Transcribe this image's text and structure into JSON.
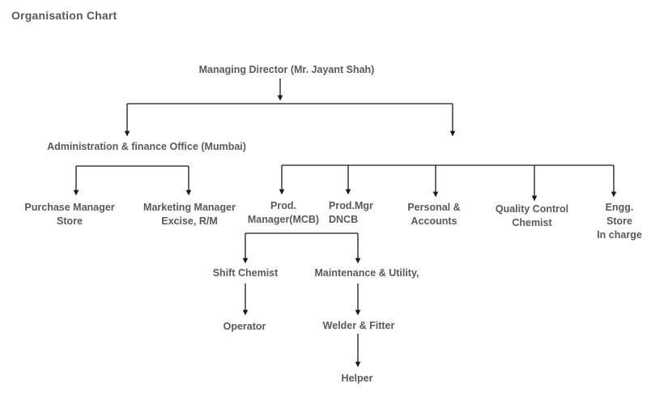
{
  "title": "Organisation Chart",
  "colors": {
    "text": "#595959",
    "edge": "#1a1a1a",
    "background": "#ffffff"
  },
  "nodes": {
    "managing_director": "Managing Director (Mr. Jayant Shah)",
    "administration": "Administration & finance Office (Mumbai)",
    "purchase_manager": "Purchase Manager\nStore",
    "marketing_manager": "Marketing Manager\nExcise, R/M",
    "prod_manager_mcb": "Prod.\nManager(MCB)",
    "prod_mgr_dncb": "Prod.Mgr\nDNCB",
    "personal_accounts": "Personal &\nAccounts",
    "quality_control": "Quality Control\nChemist",
    "engg_store": "Engg. Store\nIn charge",
    "shift_chemist": "Shift Chemist",
    "maintenance_utility": "Maintenance & Utility,",
    "operator": "Operator",
    "welder_fitter": "Welder & Fitter",
    "helper": "Helper"
  },
  "hierarchy": {
    "root": "managing_director",
    "edges": [
      {
        "from": "managing_director",
        "to": "administration"
      },
      {
        "from": "managing_director",
        "to": "production-branch"
      },
      {
        "from": "administration",
        "to": "purchase_manager"
      },
      {
        "from": "administration",
        "to": "marketing_manager"
      },
      {
        "from": "production-branch",
        "to": "prod_manager_mcb"
      },
      {
        "from": "production-branch",
        "to": "prod_mgr_dncb"
      },
      {
        "from": "production-branch",
        "to": "personal_accounts"
      },
      {
        "from": "production-branch",
        "to": "quality_control"
      },
      {
        "from": "production-branch",
        "to": "engg_store"
      },
      {
        "from": "prod_manager_mcb",
        "to": "shift_chemist"
      },
      {
        "from": "prod_manager_mcb",
        "to": "maintenance_utility"
      },
      {
        "from": "shift_chemist",
        "to": "operator"
      },
      {
        "from": "maintenance_utility",
        "to": "welder_fitter"
      },
      {
        "from": "welder_fitter",
        "to": "helper"
      }
    ]
  }
}
